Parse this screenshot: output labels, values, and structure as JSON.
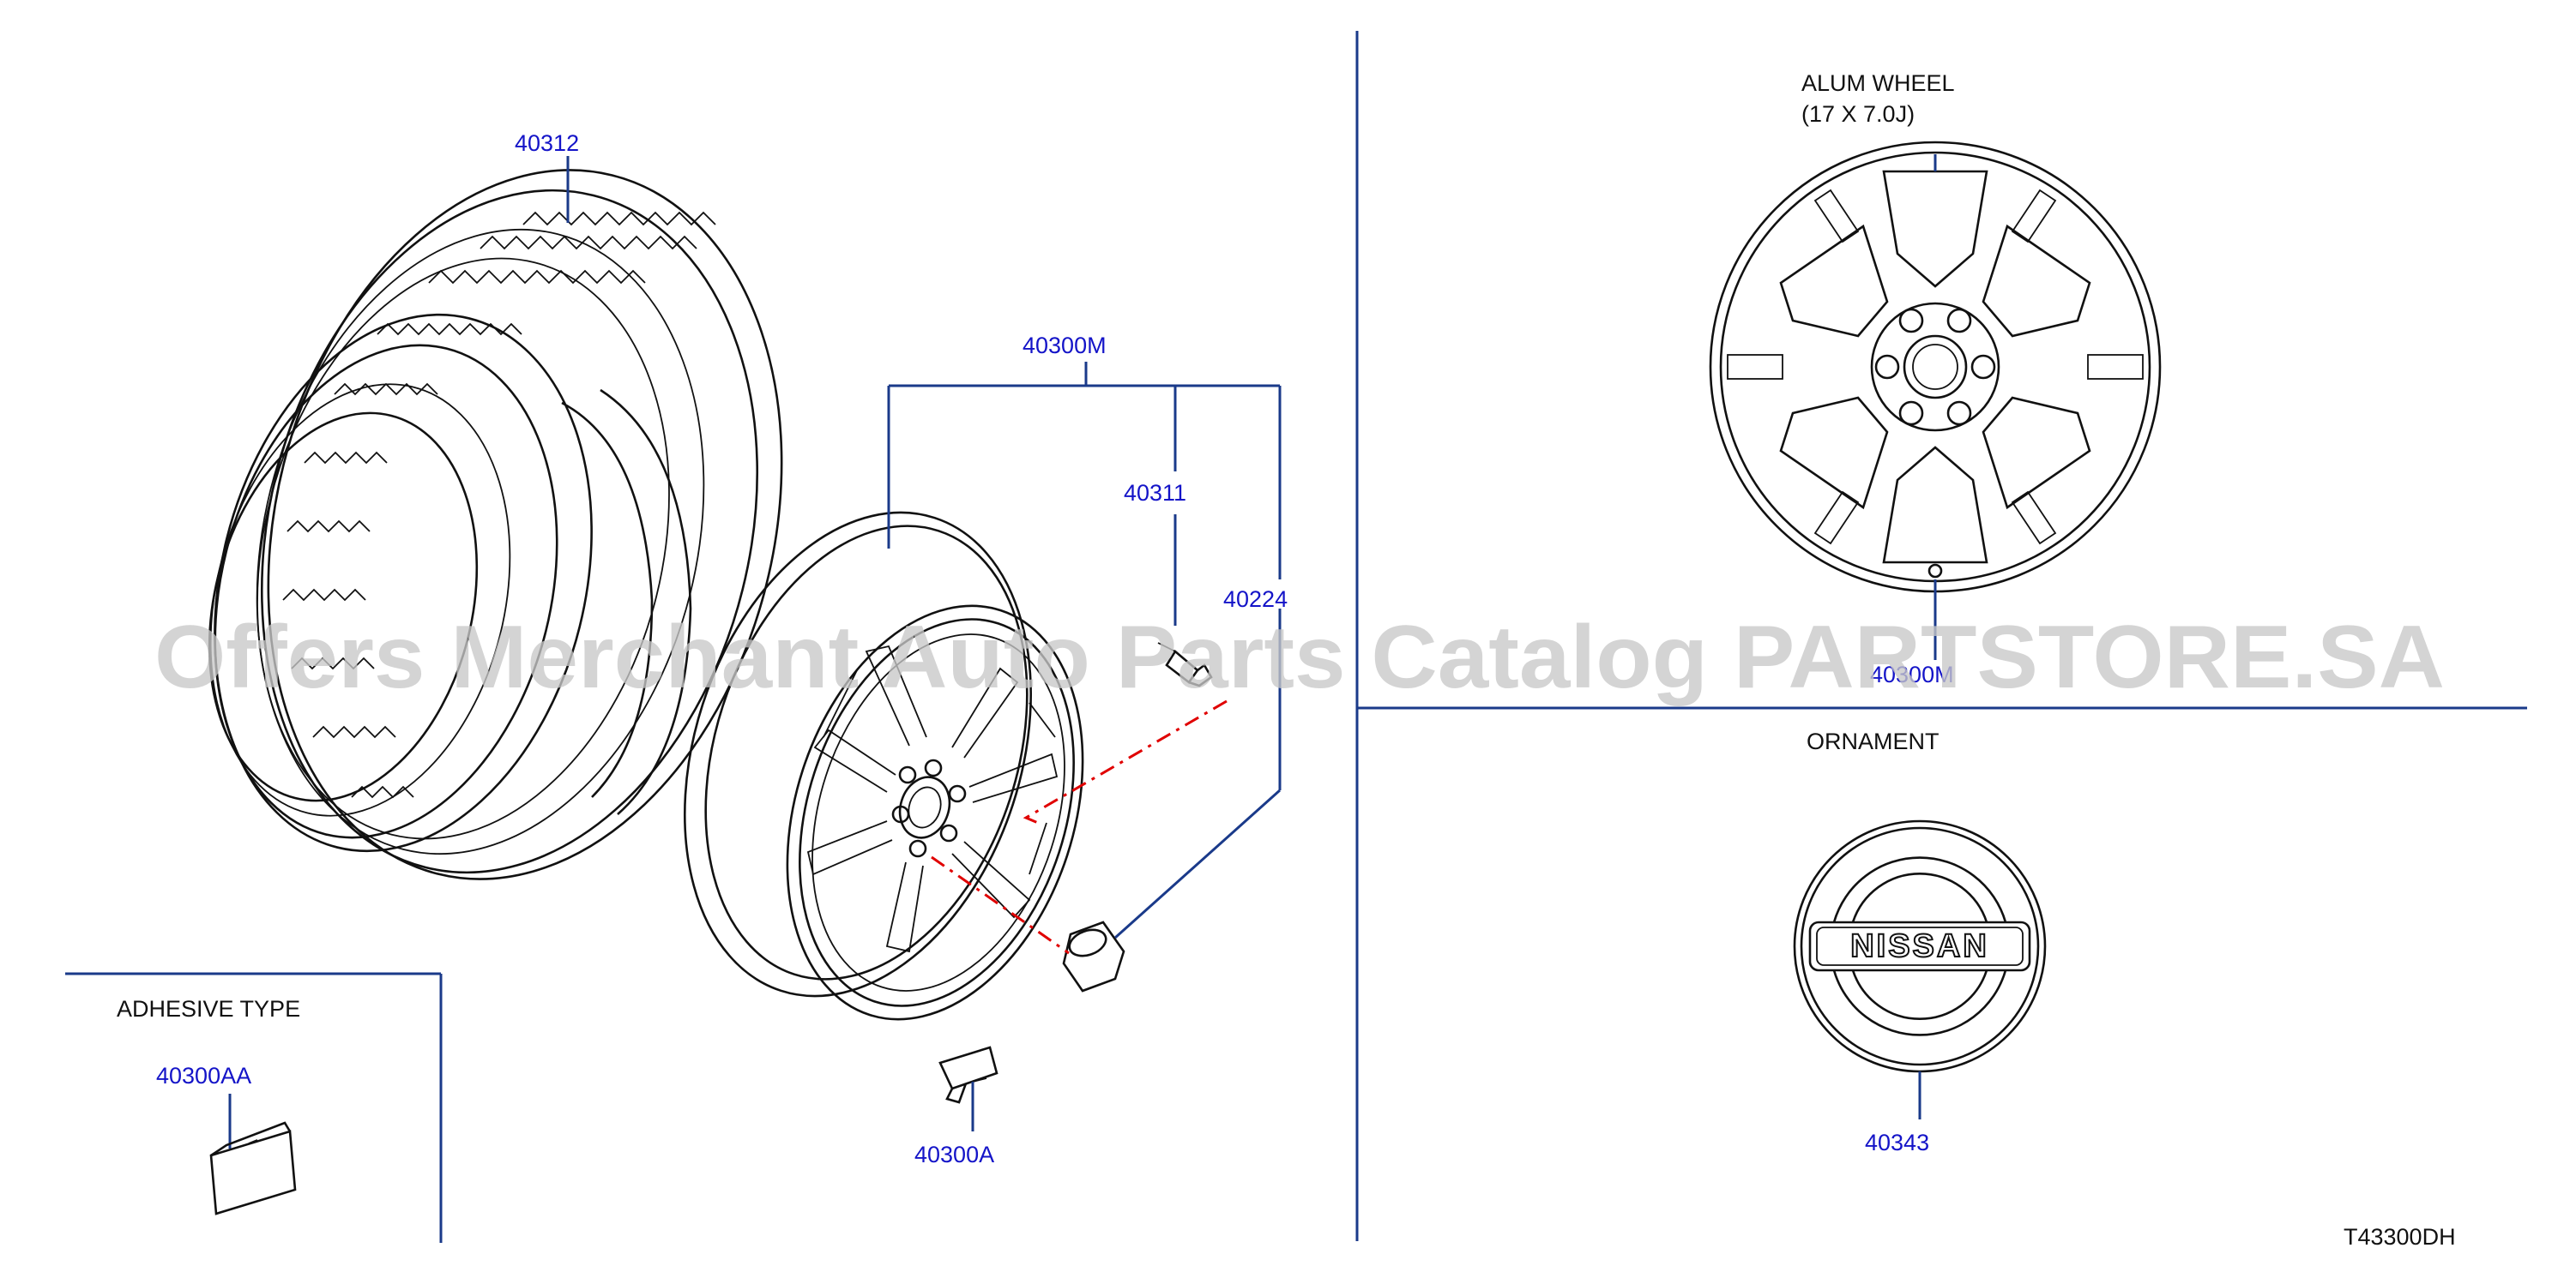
{
  "diagram": {
    "code": "T43300DH",
    "parts": {
      "tire": "40312",
      "wheel_assembly": "40300M",
      "valve": "40311",
      "nut": "40224",
      "weight_clip": "40300A",
      "weight_adhesive": "40300AA",
      "wheel_side": "40300M",
      "ornament": "40343"
    },
    "sections": {
      "adhesive_title": "ADHESIVE   TYPE",
      "alum_title_1": "ALUM   WHEEL",
      "alum_title_2": "(17   X   7.0J)",
      "ornament_title": "ORNAMENT"
    },
    "ornament_brand": "NISSAN",
    "watermark": "Offers Merchant Auto Parts Catalog PARTSTORE.SA"
  },
  "colors": {
    "callout": "#1414c8",
    "leader": "#1a3a8a",
    "centerline": "#e00000",
    "ink": "#111111"
  }
}
